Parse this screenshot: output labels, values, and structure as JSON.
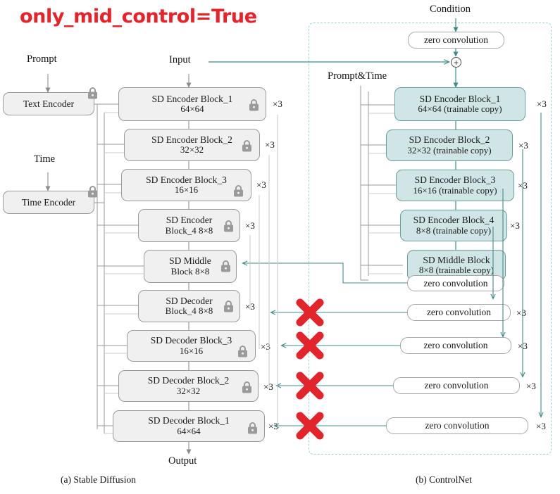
{
  "title": "only_mid_control=True",
  "colors": {
    "title_red": "#ec2027",
    "x_red": "#e3242b",
    "teal_line": "#3f8d86",
    "cn_box_fill": "#cfe5e6",
    "cn_box_border": "#6b9fa4",
    "sd_box_fill": "#f0f0f0",
    "sd_box_border": "#9a9a9a",
    "dash_border": "#9fd3d6",
    "gray_line": "#8c8c8c"
  },
  "labels": {
    "prompt": "Prompt",
    "time": "Time",
    "input": "Input",
    "output": "Output",
    "condition": "Condition",
    "prompt_and_time": "Prompt&Time",
    "plus": "+"
  },
  "captions": {
    "left": "(a) Stable Diffusion",
    "right": "(b) ControlNet"
  },
  "left_column": {
    "encoders_text": [
      {
        "line1": "Text Encoder",
        "line2": "",
        "x3": "",
        "locked": true
      },
      {
        "line1": "Time Encoder",
        "line2": "",
        "x3": "",
        "locked": true
      }
    ],
    "blocks": [
      {
        "line1": "SD Encoder Block_1",
        "line2": "64×64",
        "x3": "×3",
        "locked": true
      },
      {
        "line1": "SD Encoder Block_2",
        "line2": "32×32",
        "x3": "×3",
        "locked": true
      },
      {
        "line1": "SD Encoder Block_3",
        "line2": "16×16",
        "x3": "×3",
        "locked": true
      },
      {
        "line1": "SD Encoder",
        "line2": "Block_4 8×8",
        "x3": "×3",
        "locked": true
      },
      {
        "line1": "SD Middle",
        "line2": "Block 8×8",
        "x3": "",
        "locked": true
      },
      {
        "line1": "SD Decoder",
        "line2": "Block_4 8×8",
        "x3": "×3",
        "locked": true
      },
      {
        "line1": "SD Decoder Block_3",
        "line2": "16×16",
        "x3": "×3",
        "locked": true
      },
      {
        "line1": "SD Decoder Block_2",
        "line2": "32×32",
        "x3": "×3",
        "locked": true
      },
      {
        "line1": "SD Decoder Block_1",
        "line2": "64×64",
        "x3": "×3",
        "locked": true
      }
    ]
  },
  "right_column": {
    "top_zero_conv": {
      "label": "zero convolution"
    },
    "blocks": [
      {
        "line1": "SD Encoder Block_1",
        "line2": "64×64 (trainable copy)",
        "x3": "×3"
      },
      {
        "line1": "SD Encoder Block_2",
        "line2": "32×32 (trainable copy)",
        "x3": "×3"
      },
      {
        "line1": "SD Encoder Block_3",
        "line2": "16×16 (trainable copy)",
        "x3": "×3"
      },
      {
        "line1": "SD Encoder Block_4",
        "line2": "8×8 (trainable copy)",
        "x3": "×3"
      },
      {
        "line1": "SD Middle Block",
        "line2": "8×8 (trainable copy)",
        "x3": ""
      }
    ],
    "zero_convs": [
      {
        "label": "zero convolution",
        "x3": ""
      },
      {
        "label": "zero convolution",
        "x3": "×3"
      },
      {
        "label": "zero convolution",
        "x3": "×3"
      },
      {
        "label": "zero convolution",
        "x3": "×3"
      },
      {
        "label": "zero convolution",
        "x3": "×3"
      }
    ]
  },
  "disabled_connections": [
    {
      "name": "decoder-4-skip",
      "marker": "✕"
    },
    {
      "name": "decoder-3-skip",
      "marker": "✕"
    },
    {
      "name": "decoder-2-skip",
      "marker": "✕"
    },
    {
      "name": "decoder-1-skip",
      "marker": "✕"
    }
  ]
}
